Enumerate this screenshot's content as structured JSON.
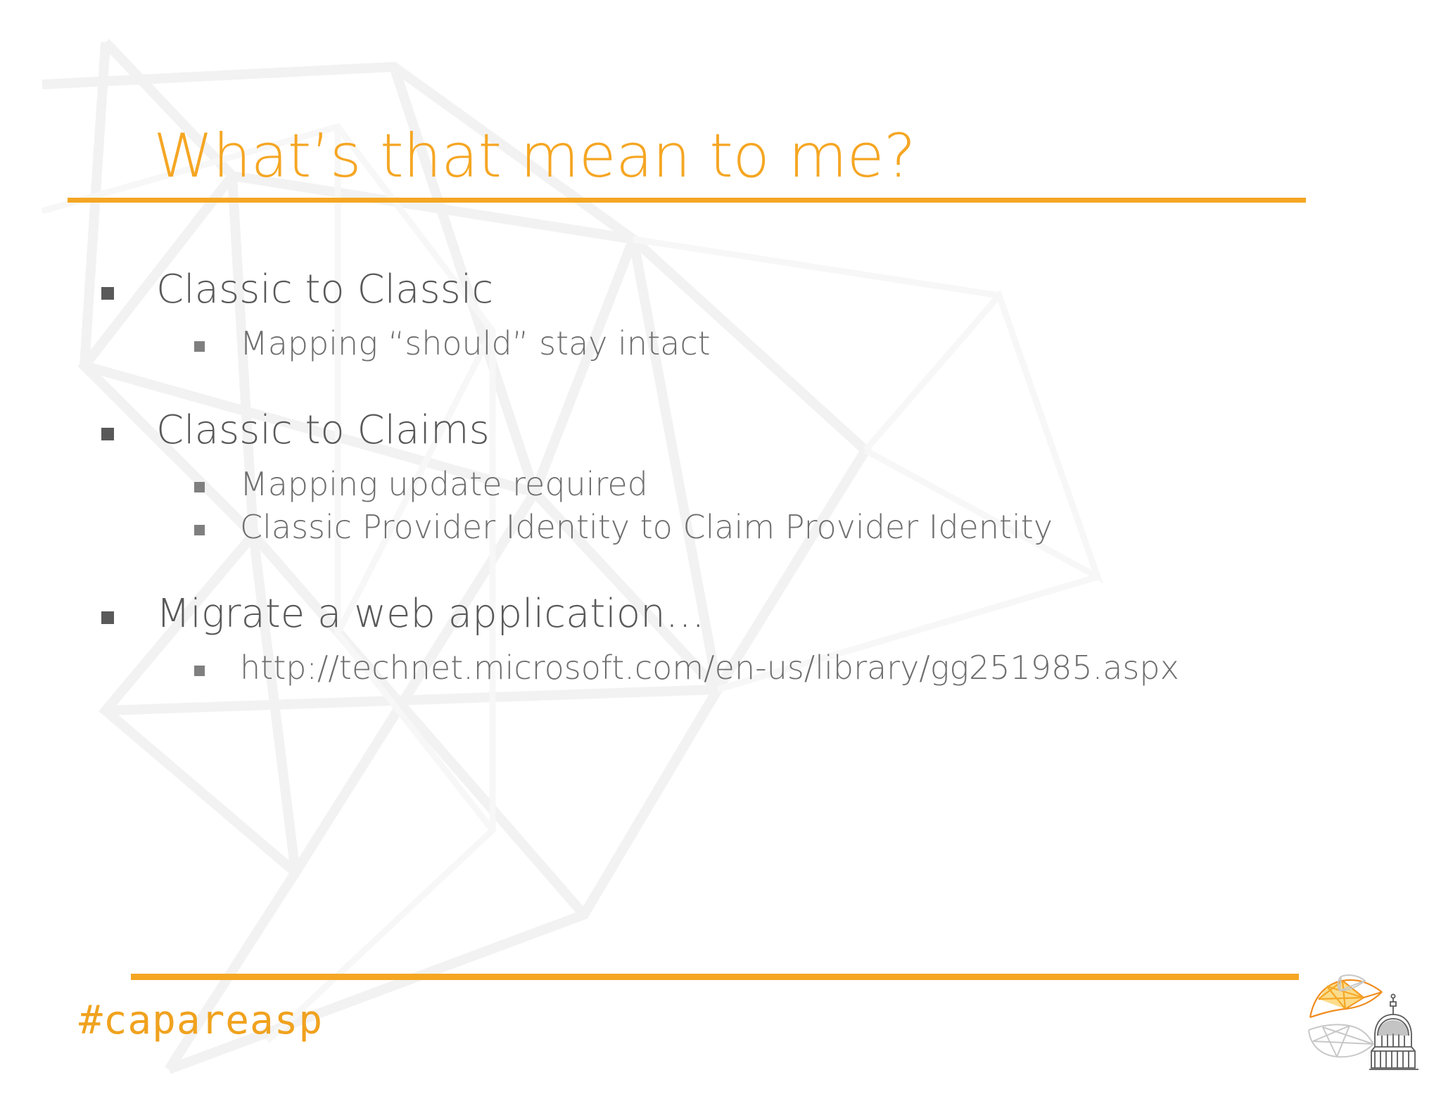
{
  "slide": {
    "title": "What’s that mean to me?",
    "accent_color": "#F5A623",
    "body_text_color": "#595959",
    "background_color": "#FFFFFF",
    "groups": [
      {
        "heading": "Classic to Classic",
        "sub_items": [
          "Mapping “should” stay intact"
        ]
      },
      {
        "heading": "Classic to Claims",
        "sub_items": [
          "Mapping update required",
          "Classic Provider Identity to Claim Provider Identity"
        ]
      },
      {
        "heading": "Migrate a web application…",
        "sub_items": [
          "http://technet.microsoft.com/en-us/library/gg251985.aspx"
        ]
      }
    ]
  },
  "footer": {
    "hashtag": "#capareasp",
    "logo_name": "capital-area-sharepoint-logo"
  }
}
